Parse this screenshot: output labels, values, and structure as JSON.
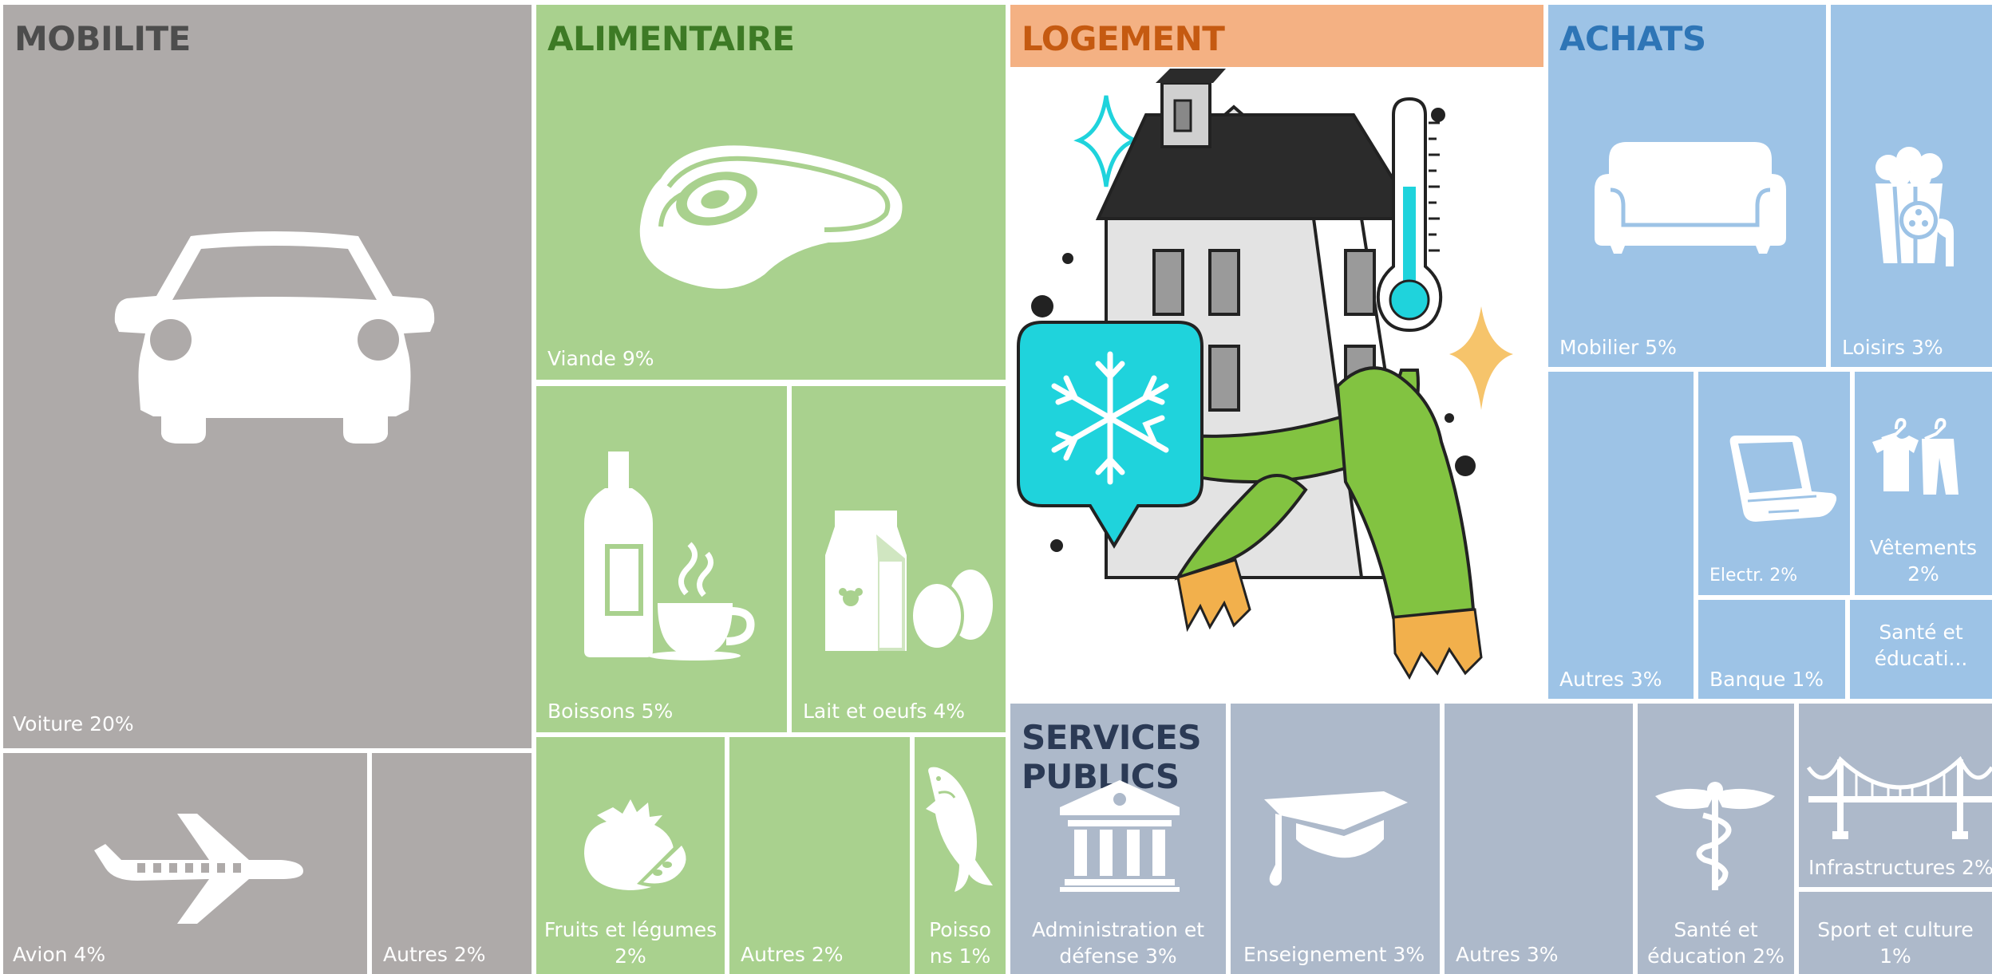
{
  "chart_data": {
    "type": "treemap",
    "groups": [
      {
        "name": "MOBILITE",
        "color": "#aeaaa9",
        "title_color": "#4d4d4d",
        "items": [
          {
            "label": "Voiture 20%",
            "value": 20,
            "icon": "car-icon"
          },
          {
            "label": "Avion 4%",
            "value": 4,
            "icon": "airplane-icon"
          },
          {
            "label": "Autres 2%",
            "value": 2
          }
        ]
      },
      {
        "name": "ALIMENTAIRE",
        "color": "#a9d18e",
        "title_color": "#3d7a25",
        "items": [
          {
            "label": "Viande 9%",
            "value": 9,
            "icon": "steak-icon"
          },
          {
            "label": "Boissons 5%",
            "value": 5,
            "icon": "bottle-cup-icon"
          },
          {
            "label": "Lait et oeufs 4%",
            "value": 4,
            "icon": "milk-eggs-icon"
          },
          {
            "label": "Fruits et légumes 2%",
            "value": 2,
            "icon": "tomato-icon"
          },
          {
            "label": "Autres 2%",
            "value": 2
          },
          {
            "label": "Poissons 1%",
            "value": 1,
            "icon": "fish-icon"
          }
        ]
      },
      {
        "name": "LOGEMENT",
        "color": "#f4b183",
        "title_color": "#c55a11",
        "items": [
          {
            "label": "",
            "icon": "cold-house-illustration"
          }
        ]
      },
      {
        "name": "ACHATS",
        "color": "#9dc3e6",
        "title_color": "#2e75b6",
        "items": [
          {
            "label": "Mobilier 5%",
            "value": 5,
            "icon": "sofa-icon"
          },
          {
            "label": "Loisirs 3%",
            "value": 3,
            "icon": "popcorn-icon"
          },
          {
            "label": "Autres 3%",
            "value": 3
          },
          {
            "label": "Electr. 2%",
            "value": 2,
            "icon": "laptop-icon"
          },
          {
            "label": "Vêtements 2%",
            "value": 2,
            "icon": "clothes-icon"
          },
          {
            "label": "Banque 1%",
            "value": 1
          },
          {
            "label": "Santé et éducati...",
            "value": null
          }
        ]
      },
      {
        "name": "SERVICES PUBLICS",
        "color": "#adb9ca",
        "title_color": "#2b3a55",
        "items": [
          {
            "label": "Administration et défense 3%",
            "value": 3,
            "icon": "government-building-icon"
          },
          {
            "label": "Enseignement 3%",
            "value": 3,
            "icon": "graduation-cap-icon"
          },
          {
            "label": "Autres 3%",
            "value": 3
          },
          {
            "label": "Santé et éducation 2%",
            "value": 2,
            "icon": "caduceus-icon"
          },
          {
            "label": "Infrastructures 2%",
            "value": 2,
            "icon": "bridge-icon"
          },
          {
            "label": "Sport et culture 1%",
            "value": 1
          }
        ]
      }
    ]
  },
  "labels": {
    "voiture": "Voiture 20%",
    "avion": "Avion 4%",
    "mob_autres": "Autres 2%",
    "viande": "Viande 9%",
    "boissons": "Boissons 5%",
    "lait": "Lait et oeufs 4%",
    "fruits_1": "Fruits et légumes",
    "fruits_2": "2%",
    "alim_autres": "Autres 2%",
    "poissons_1": "Poisso",
    "poissons_2": "ns 1%",
    "mobilier": "Mobilier 5%",
    "loisirs": "Loisirs 3%",
    "achats_autres": "Autres 3%",
    "electr": "Electr. 2%",
    "vetements_1": "Vêtements",
    "vetements_2": "2%",
    "banque": "Banque 1%",
    "sante_achats_1": "Santé et",
    "sante_achats_2": "éducati...",
    "admin_1": "Administration et",
    "admin_2": "défense 3%",
    "enseignement": "Enseignement 3%",
    "sp_autres": "Autres 3%",
    "sante_sp_1": "Santé et",
    "sante_sp_2": "éducation 2%",
    "infra": "Infrastructures 2%",
    "sport_1": "Sport et culture",
    "sport_2": "1%"
  },
  "titles": {
    "mobilite": "MOBILITE",
    "alimentaire": "ALIMENTAIRE",
    "logement": "LOGEMENT",
    "achats": "ACHATS",
    "services": "SERVICES PUBLICS"
  }
}
